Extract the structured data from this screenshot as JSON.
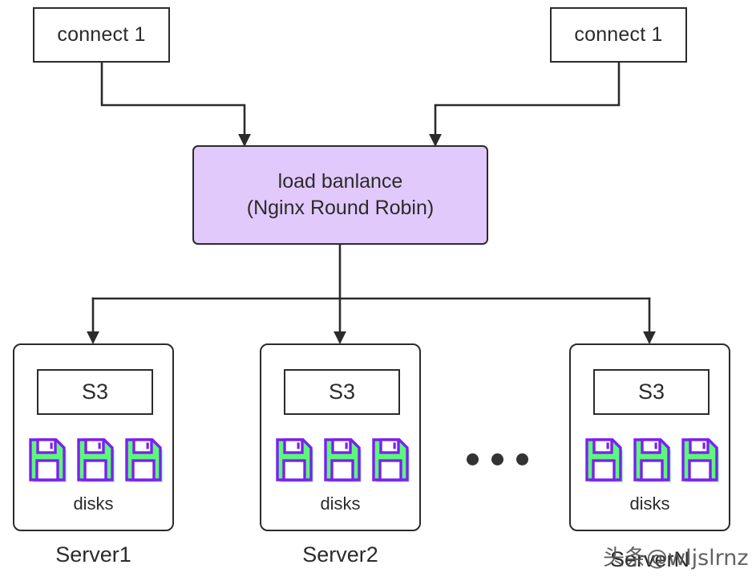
{
  "diagram": {
    "type": "architecture-flow",
    "background_color": "#ffffff",
    "line_color": "#2b2b2b",
    "accent_color": "#e2c9fb",
    "disk_fill_color": "#5cf87a",
    "disk_stroke_color": "#7c1ff0",
    "clients": [
      {
        "label": "connect 1"
      },
      {
        "label": "connect 1"
      }
    ],
    "load_balancer": {
      "line1": "load banlance",
      "line2": "(Nginx Round Robin)"
    },
    "servers": [
      {
        "service_label": "S3",
        "disks_label": "disks",
        "disk_count": 3,
        "caption": "Server1"
      },
      {
        "service_label": "S3",
        "disks_label": "disks",
        "disk_count": 3,
        "caption": "Server2"
      },
      {
        "service_label": "S3",
        "disks_label": "disks",
        "disk_count": 3,
        "caption": "ServerN"
      }
    ],
    "ellipsis": {
      "dots": 3
    },
    "watermark": {
      "text": "头条@wljslrnz"
    }
  }
}
